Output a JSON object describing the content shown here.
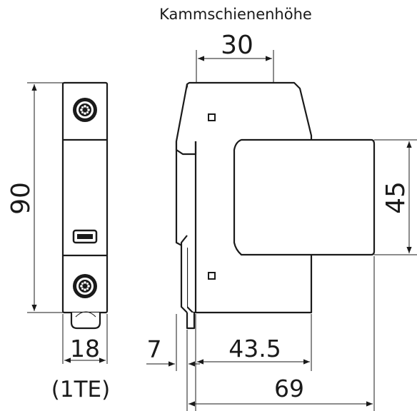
{
  "diagram": {
    "header_label": "Kammschienenhöhe",
    "dimensions": {
      "top_width": "30",
      "total_height": "90",
      "module_height": "45",
      "front_width": "18",
      "front_width_unit": "(1TE)",
      "rail_offset": "7",
      "module_depth": "43.5",
      "total_depth": "69"
    },
    "colors": {
      "line": "#1a1a1a",
      "background": "#ffffff"
    }
  }
}
